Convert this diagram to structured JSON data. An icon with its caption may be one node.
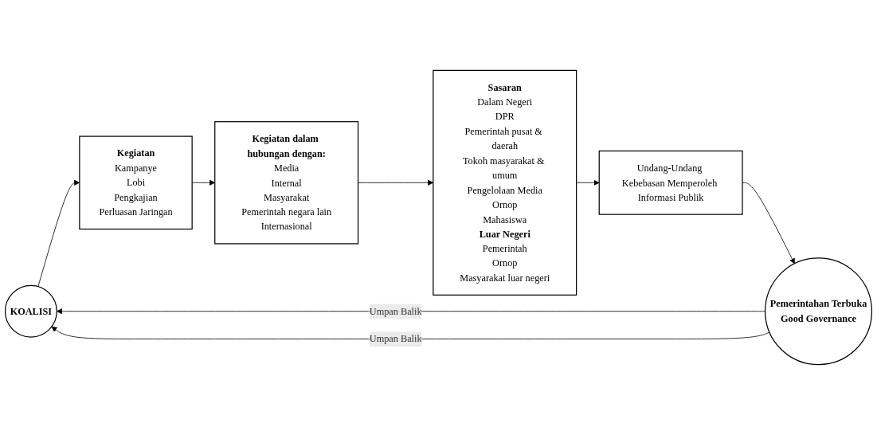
{
  "diagram": {
    "nodes": [
      {
        "text": [
          "KOALISI"
        ]
      },
      {
        "text": [
          "Kegiatan",
          "Kampanye",
          "Lobi",
          "Pengkajian",
          "Perluasan Jaringan"
        ]
      },
      {
        "text": [
          "Kegiatan dalam hubungan dengan:",
          "Media",
          "Internal",
          "Masyarakat",
          "Pemerintah negara lain",
          "Internasional"
        ]
      },
      {
        "text": [
          "Sasaran",
          "Dalam Negeri",
          "DPR",
          "Pemerintah pusat & daerah",
          "Tokoh masyarakat & umum",
          "Pengelolaan Media",
          "Ornop",
          "Mahasiswa",
          "Luar Negeri",
          "Pemerintah",
          "Ornop",
          "Masyarakat luar negeri"
        ]
      },
      {
        "text": [
          "Undang-Undang Kebebasan Memperoleh Informasi Publik"
        ]
      },
      {
        "text": [
          "Pemerintahan Terbuka",
          "Good Governance"
        ]
      }
    ],
    "edges": [
      {
        "from": 0,
        "to": 1,
        "arrow": "to"
      },
      {
        "from": 1,
        "to": 2,
        "arrow": "to"
      },
      {
        "from": 2,
        "to": 3,
        "arrow": "to"
      },
      {
        "from": 3,
        "to": 4,
        "arrow": "to"
      },
      {
        "from": 4,
        "to": 5,
        "arrow": "to"
      },
      {
        "from": 5,
        "to": 0,
        "label": "Umpan Balik",
        "arrow": "to"
      },
      {
        "from": 5,
        "to": 0,
        "label": "Umpan Balik",
        "arrow": "to"
      }
    ]
  }
}
